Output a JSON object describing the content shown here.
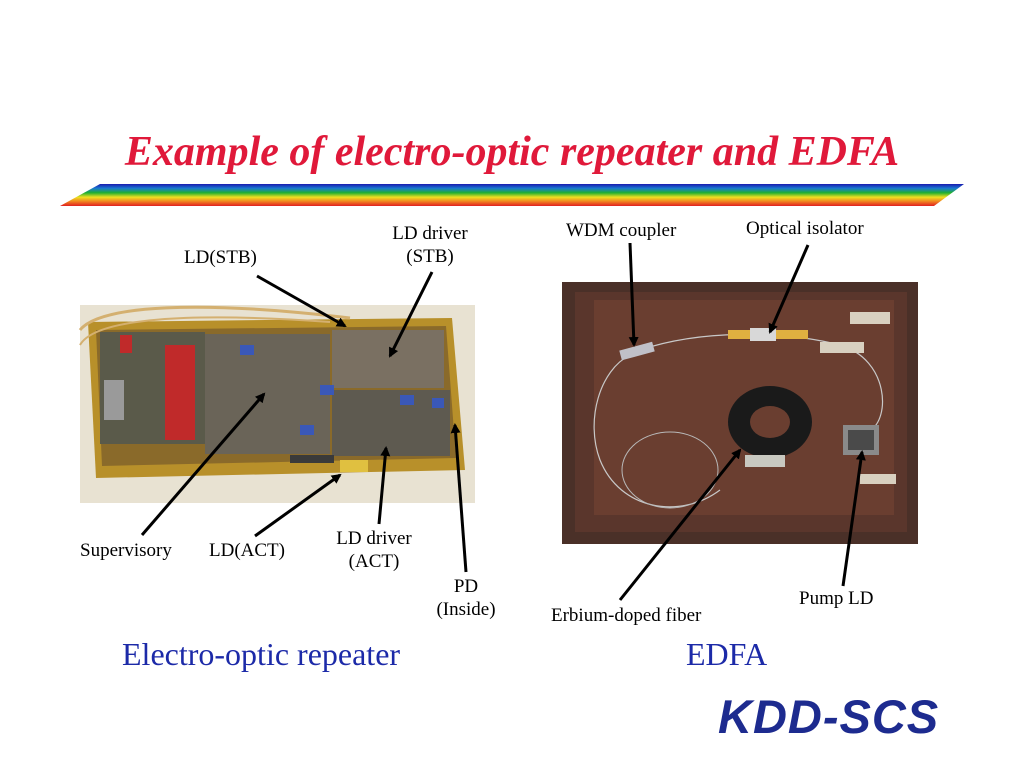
{
  "slide": {
    "title": "Example of electro-optic repeater and EDFA"
  },
  "labels": {
    "ld_stb": "LD(STB)",
    "ld_driver_stb_1": "LD driver",
    "ld_driver_stb_2": "(STB)",
    "supervisory": "Supervisory",
    "ld_act": "LD(ACT)",
    "ld_driver_act_1": "LD driver",
    "ld_driver_act_2": "(ACT)",
    "pd_1": "PD",
    "pd_2": "(Inside)",
    "wdm_coupler": "WDM coupler",
    "optical_isolator": "Optical isolator",
    "erbium_fiber": "Erbium-doped fiber",
    "pump_ld": "Pump LD"
  },
  "captions": {
    "left": "Electro-optic repeater",
    "right": "EDFA"
  },
  "logo": {
    "text": "KDD-SCS"
  },
  "colors": {
    "title": "#e0193a",
    "caption": "#1c2aa8",
    "logo": "#1d2b8f"
  }
}
